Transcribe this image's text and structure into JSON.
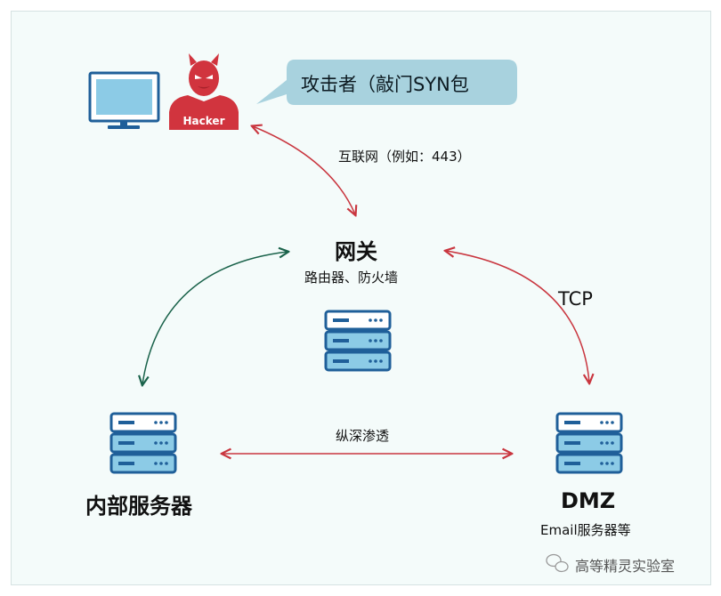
{
  "attacker": {
    "hacker_label": "Hacker",
    "speech": "攻击者（敲门SYN包"
  },
  "labels": {
    "internet": "互联网（例如：443）",
    "tcp": "TCP",
    "lateral": "纵深渗透"
  },
  "nodes": {
    "gateway": {
      "title": "网关",
      "subtitle": "路由器、防火墙"
    },
    "internal": {
      "title": "内部服务器"
    },
    "dmz": {
      "title": "DMZ",
      "subtitle": "Email服务器等"
    }
  },
  "watermark": "高等精灵实验室",
  "icons": {
    "monitor": "computer-monitor-icon",
    "hacker": "hacker-devil-icon",
    "server": "server-rack-icon",
    "wechat": "wechat-icon"
  },
  "colors": {
    "red_arrow": "#c9363f",
    "green_arrow": "#19624a",
    "server_dark": "#1f5f99",
    "server_light": "#8ccbe6",
    "hacker_red": "#d1343e",
    "bubble": "#a8d2de"
  }
}
